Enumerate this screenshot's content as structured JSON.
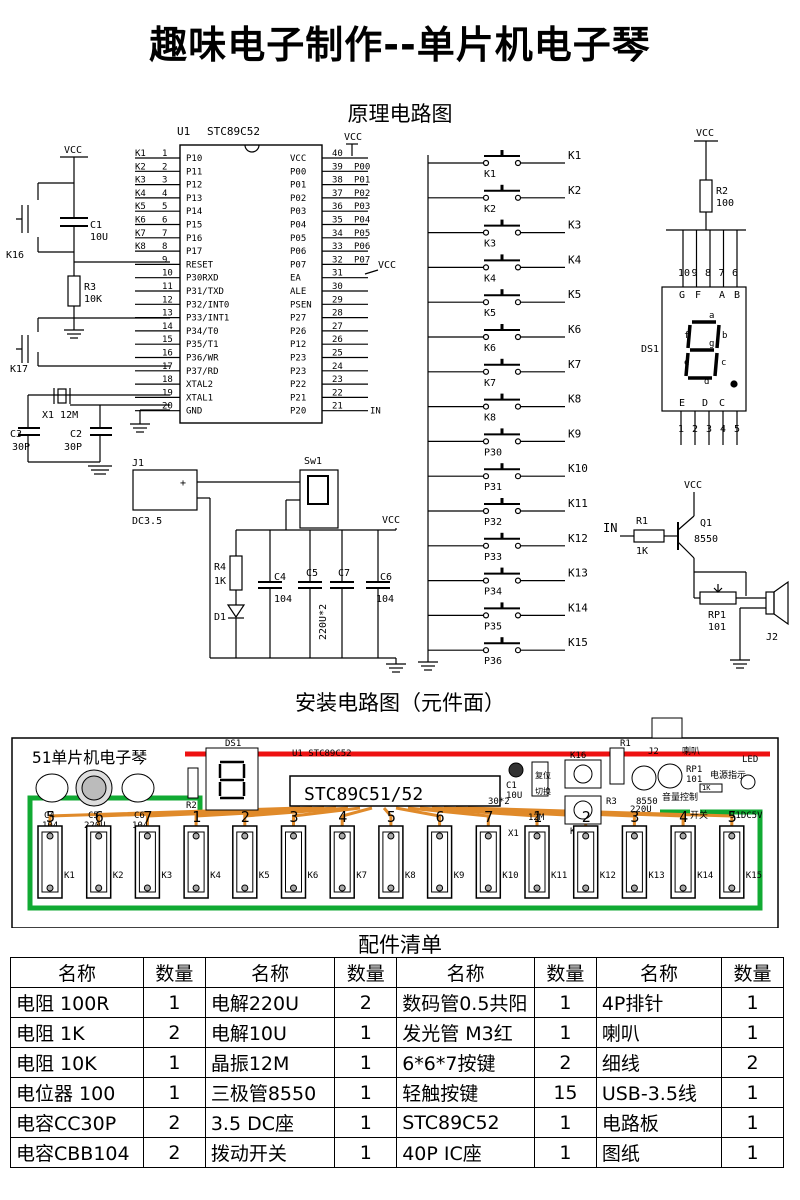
{
  "title": "趣味电子制作--单片机电子琴",
  "schematic": {
    "heading": "原理电路图",
    "mcu": {
      "ref": "U1",
      "part": "STC89C52",
      "left_pins": [
        {
          "num": "1",
          "name": "P10",
          "net": "K1"
        },
        {
          "num": "2",
          "name": "P11",
          "net": "K2"
        },
        {
          "num": "3",
          "name": "P12",
          "net": "K3"
        },
        {
          "num": "4",
          "name": "P13",
          "net": "K4"
        },
        {
          "num": "5",
          "name": "P14",
          "net": "K5"
        },
        {
          "num": "6",
          "name": "P15",
          "net": "K6"
        },
        {
          "num": "7",
          "name": "P16",
          "net": "K7"
        },
        {
          "num": "8",
          "name": "P17",
          "net": "K8"
        },
        {
          "num": "9",
          "name": "RESET",
          "net": ""
        },
        {
          "num": "10",
          "name": "P30RXD",
          "net": ""
        },
        {
          "num": "11",
          "name": "P31/TXD",
          "net": ""
        },
        {
          "num": "12",
          "name": "P32/INT0",
          "net": ""
        },
        {
          "num": "13",
          "name": "P33/INT1",
          "net": ""
        },
        {
          "num": "14",
          "name": "P34/T0",
          "net": ""
        },
        {
          "num": "15",
          "name": "P35/T1",
          "net": ""
        },
        {
          "num": "16",
          "name": "P36/WR",
          "net": ""
        },
        {
          "num": "17",
          "name": "P37/RD",
          "net": ""
        },
        {
          "num": "18",
          "name": "XTAL2",
          "net": ""
        },
        {
          "num": "19",
          "name": "XTAL1",
          "net": ""
        },
        {
          "num": "20",
          "name": "GND",
          "net": ""
        }
      ],
      "right_pins": [
        {
          "num": "40",
          "name": "VCC",
          "net": "VCC"
        },
        {
          "num": "39",
          "name": "P00",
          "net": "P00"
        },
        {
          "num": "38",
          "name": "P01",
          "net": "P01"
        },
        {
          "num": "37",
          "name": "P02",
          "net": "P02"
        },
        {
          "num": "36",
          "name": "P03",
          "net": "P03"
        },
        {
          "num": "35",
          "name": "P04",
          "net": "P04"
        },
        {
          "num": "34",
          "name": "P05",
          "net": "P05"
        },
        {
          "num": "33",
          "name": "P06",
          "net": "P06"
        },
        {
          "num": "32",
          "name": "P07",
          "net": "P07"
        },
        {
          "num": "31",
          "name": "EA",
          "net": "VCC"
        },
        {
          "num": "30",
          "name": "ALE",
          "net": ""
        },
        {
          "num": "29",
          "name": "PSEN",
          "net": ""
        },
        {
          "num": "28",
          "name": "P27",
          "net": ""
        },
        {
          "num": "27",
          "name": "P26",
          "net": ""
        },
        {
          "num": "26",
          "name": "P12",
          "net": ""
        },
        {
          "num": "25",
          "name": "P23",
          "net": ""
        },
        {
          "num": "24",
          "name": "P23",
          "net": ""
        },
        {
          "num": "23",
          "name": "P22",
          "net": ""
        },
        {
          "num": "22",
          "name": "P21",
          "net": ""
        },
        {
          "num": "21",
          "name": "P20",
          "net": "IN"
        }
      ]
    },
    "vcc": "VCC",
    "reset": {
      "c1": "C1",
      "c1v": "10U",
      "r3": "R3",
      "r3v": "10K",
      "k16": "K16",
      "k17": "K17"
    },
    "crystal": {
      "x1": "X1 12M",
      "c3": "C3",
      "c2": "C2",
      "c3v": "30P",
      "c2v": "30P"
    },
    "power": {
      "j1": "J1",
      "plus": "+",
      "dc": "DC3.5",
      "sw": "Sw1",
      "r4": "R4",
      "r4v": "1K",
      "d1": "D1",
      "c4": "C4",
      "c4v": "104",
      "c5": "C5",
      "c5v": "220U*2",
      "c7": "C7",
      "c6": "C6",
      "c6v": "104"
    },
    "keys": [
      {
        "label": "K1",
        "net": "K1"
      },
      {
        "label": "K2",
        "net": "K2"
      },
      {
        "label": "K3",
        "net": "K3"
      },
      {
        "label": "K4",
        "net": "K4"
      },
      {
        "label": "K5",
        "net": "K5"
      },
      {
        "label": "K6",
        "net": "K6"
      },
      {
        "label": "K7",
        "net": "K7"
      },
      {
        "label": "K8",
        "net": "K8"
      },
      {
        "label": "P30",
        "net": "K9"
      },
      {
        "label": "P31",
        "net": "K10"
      },
      {
        "label": "P32",
        "net": "K11"
      },
      {
        "label": "P33",
        "net": "K12"
      },
      {
        "label": "P34",
        "net": "K13"
      },
      {
        "label": "P35",
        "net": "K14"
      },
      {
        "label": "P36",
        "net": "K15"
      }
    ],
    "display": {
      "r2": "R2",
      "r2v": "100",
      "ds1": "DS1",
      "top_pins": [
        "10",
        "9",
        "8",
        "7",
        "6"
      ],
      "top_seg": [
        "G",
        "F",
        "A",
        "B"
      ],
      "bot_seg": [
        "E",
        "D",
        "C"
      ],
      "bot_pins": [
        "1",
        "2",
        "3",
        "4",
        "5"
      ],
      "segs": [
        "a",
        "b",
        "c",
        "d",
        "e",
        "f",
        "g"
      ]
    },
    "amp": {
      "in": "IN",
      "r1": "R1",
      "r1v": "1K",
      "q1": "Q1",
      "q1v": "8550",
      "rp1": "RP1",
      "rp1v": "101",
      "j2": "J2"
    }
  },
  "assembly": {
    "heading": "安装电路图（元件面）",
    "board_title": "51单片机电子琴",
    "ds1": "DS1",
    "u1": "U1 STC89C52",
    "chip_text": "STC89C51/52",
    "caps": [
      {
        "ref": "C4",
        "val": "104"
      },
      {
        "ref": "C5",
        "val": "220U"
      },
      {
        "ref": "C6",
        "val": "104"
      }
    ],
    "small": {
      "r2": "R2",
      "r2v": "100",
      "c1": "C1",
      "c1v": "10U",
      "reset": "复位",
      "k16": "K16",
      "k17": "K17",
      "switch": "切换",
      "r1": "R1",
      "j2": "J2",
      "horn": "喇叭",
      "rp1": "RP1",
      "rp1v": "101",
      "q1v": "8550",
      "c7": "220U",
      "vol": "音量控制",
      "power_ind": "电源指示",
      "led": "LED",
      "r4": "R4",
      "r4v": "1K",
      "sw": "开关",
      "j1": "J1DC5V",
      "x1": "X1",
      "x1v": "12M",
      "c3c2": "30*2",
      "r3": "R3"
    },
    "notes": [
      "5",
      "6",
      "7",
      "1",
      "2",
      "3",
      "4",
      "5",
      "6",
      "7",
      "1",
      "2",
      "3",
      "4",
      "5"
    ],
    "keys": [
      "K1",
      "K2",
      "K3",
      "K4",
      "K5",
      "K6",
      "K7",
      "K8",
      "K9",
      "K10",
      "K11",
      "K12",
      "K13",
      "K14",
      "K15"
    ]
  },
  "bom": {
    "heading": "配件清单",
    "header": [
      "名称",
      "数量",
      "名称",
      "数量",
      "名称",
      "数量",
      "名称",
      "数量"
    ],
    "rows": [
      [
        "电阻 100R",
        "1",
        "电解220U",
        "2",
        "数码管0.5共阳",
        "1",
        "4P排针",
        "1"
      ],
      [
        "电阻 1K",
        "2",
        "电解10U",
        "1",
        "发光管 M3红",
        "1",
        "喇叭",
        "1"
      ],
      [
        "电阻 10K",
        "1",
        "晶振12M",
        "1",
        "6*6*7按键",
        "2",
        "细线",
        "2"
      ],
      [
        "电位器 100",
        "1",
        "三极管8550",
        "1",
        "轻触按键",
        "15",
        "USB-3.5线",
        "1"
      ],
      [
        "电容CC30P",
        "2",
        "3.5 DC座",
        "1",
        "STC89C52",
        "1",
        "电路板",
        "1"
      ],
      [
        "电容CBB104",
        "2",
        "拨动开关",
        "1",
        "40P IC座",
        "1",
        "图纸",
        "1"
      ]
    ]
  }
}
